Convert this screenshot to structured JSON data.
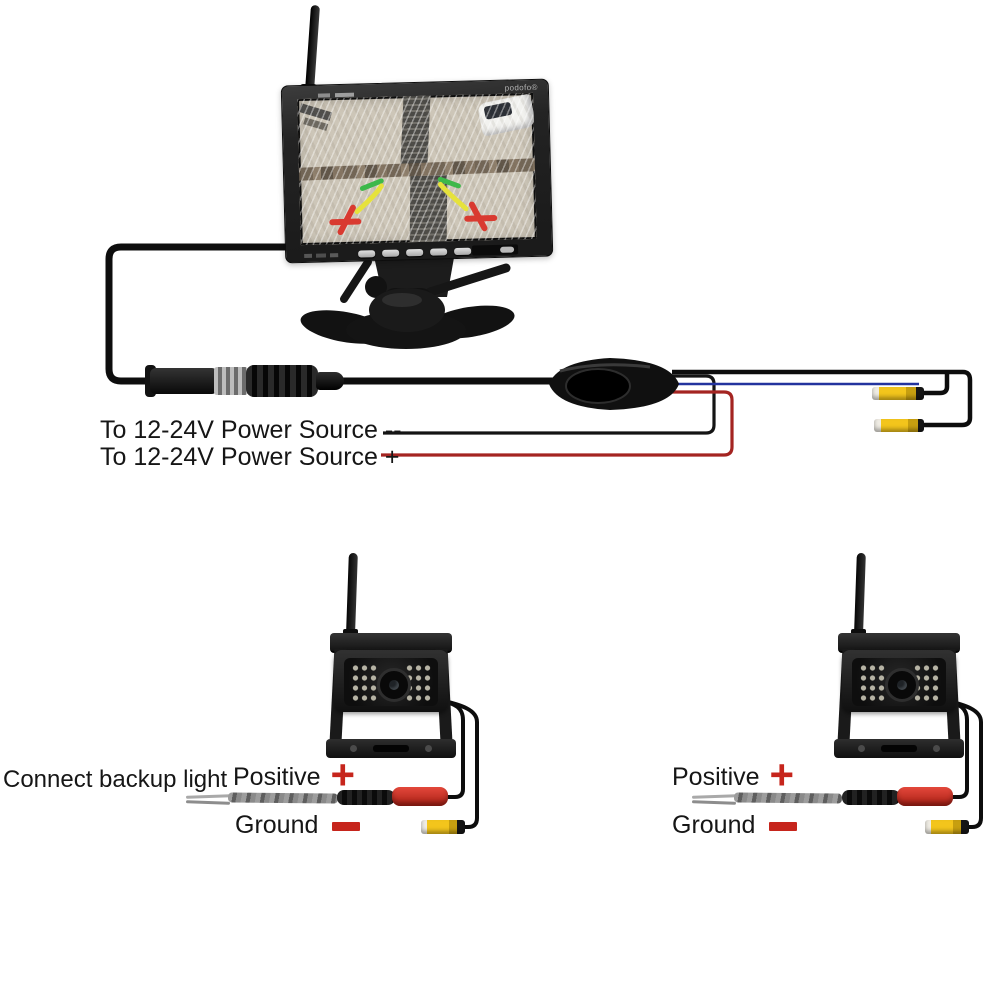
{
  "monitor": {
    "brand": "podofo®"
  },
  "power": {
    "negative_label": "To 12-24V Power Source --",
    "positive_label": "To 12-24V Power Source +"
  },
  "cameras": {
    "left": {
      "backup_light_label": "Connect backup light",
      "positive_label": "Positive",
      "plus_symbol": "+",
      "ground_label": "Ground"
    },
    "right": {
      "positive_label": "Positive",
      "plus_symbol": "+",
      "ground_label": "Ground"
    }
  },
  "colors": {
    "label_red": "#c6251c",
    "wire_red": "#a42421",
    "wire_blue": "#23339e",
    "rca_yellow": "#f3c51c",
    "connector_red": "#d23226",
    "guide_green": "#3db84a",
    "guide_yellow": "#e6e23c",
    "guide_red": "#d93a30"
  }
}
